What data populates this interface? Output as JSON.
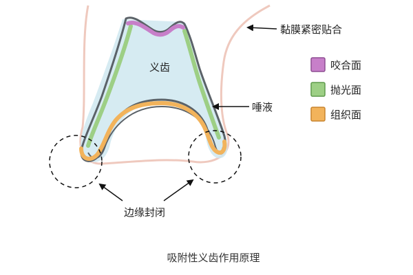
{
  "labels": {
    "denture": "义齿",
    "tight_fit": "黏膜紧密贴合",
    "saliva": "唾液",
    "border_seal": "边缘封闭"
  },
  "legend": [
    {
      "label": "咬合面",
      "color": "#c77fc9",
      "border": "#8e4f92"
    },
    {
      "label": "抛光面",
      "color": "#9dcf85",
      "border": "#5f9a4c"
    },
    {
      "label": "组织面",
      "color": "#f2b35b",
      "border": "#c8842e"
    }
  ],
  "caption": "吸附性义齿作用原理",
  "colors": {
    "mucosa": "#efc9be",
    "saliva": "#cfe8f0",
    "outline": "#5b6268",
    "arrow": "#111111"
  }
}
